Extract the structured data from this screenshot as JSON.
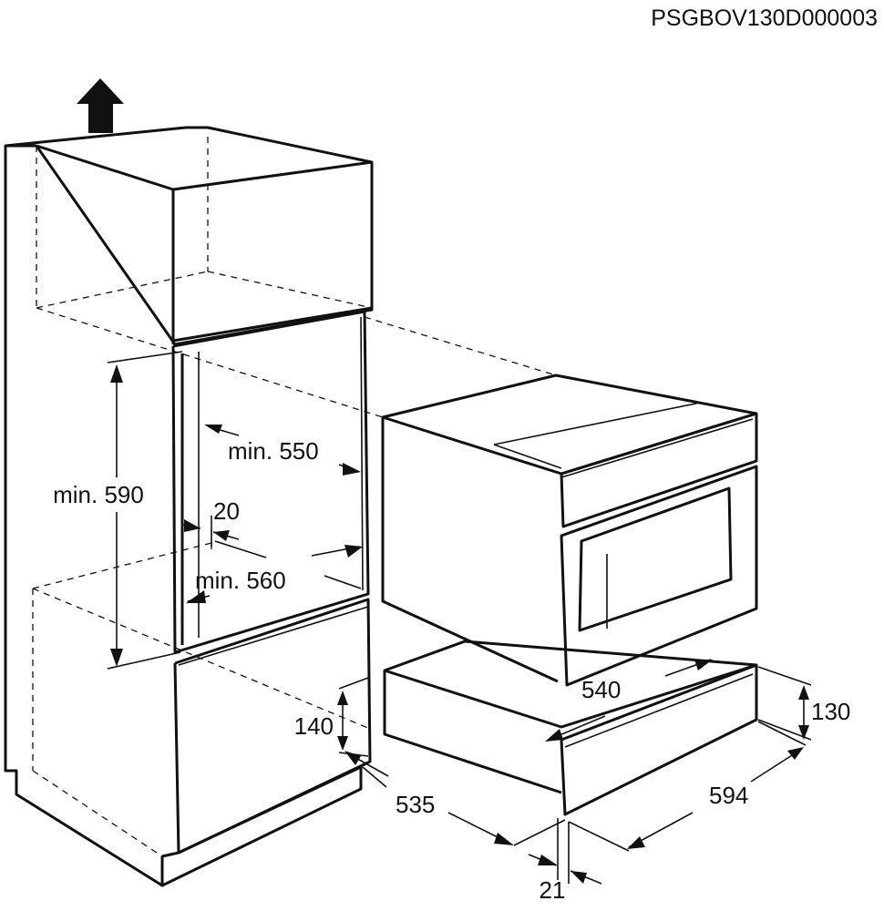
{
  "drawing_code": "PSGBOV130D000003",
  "icons": {
    "airflow_arrow": "up-arrow-icon"
  },
  "dimensions": {
    "niche_height": "min. 590",
    "niche_width": "min. 550",
    "niche_depth": "min. 560",
    "gap": "20",
    "drawer_niche_height": "140",
    "cabinet_depth": "535",
    "front_offset": "21",
    "drawer_depth": "540",
    "drawer_width": "594",
    "drawer_height": "130"
  }
}
